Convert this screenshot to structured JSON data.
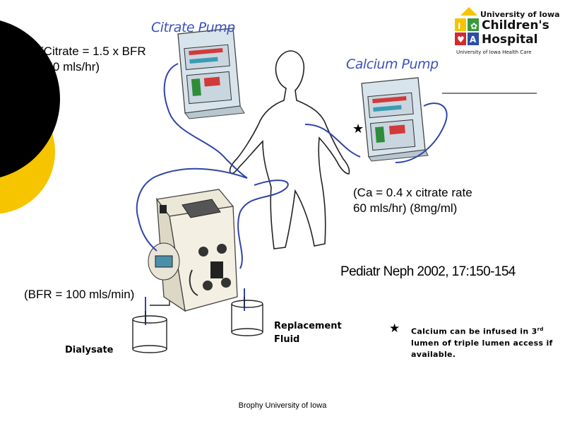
{
  "logo": {
    "university": "University of Iowa",
    "childrens": "Children's",
    "hospital": "Hospital",
    "health_care": "University of Iowa Health Care"
  },
  "pumps": {
    "citrate_title": "Citrate Pump",
    "calcium_title": "Calcium Pump"
  },
  "labels": {
    "citrate_line1": "(Citrate = 1.5 x BFR",
    "citrate_line2": "150 mls/hr)",
    "calcium_line1": "(Ca = 0.4 x citrate rate",
    "calcium_line2": "60 mls/hr) (8mg/ml)",
    "bfr": "(BFR = 100 mls/min)",
    "replacement_line1": "Replacement",
    "replacement_line2": "Fluid",
    "dialysate": "Dialysate",
    "reference": "Pediatr Neph 2002, 17:150-154"
  },
  "note": {
    "line1_prefix": "Calcium can be infused in 3",
    "line1_sup": "rd",
    "line2": "lumen of triple lumen access if",
    "line3": "available."
  },
  "footer": "Brophy University of Iowa",
  "colors": {
    "tubing": "#2f45a8",
    "accent_yellow": "#f7c400",
    "pump_body": "#d8e4ec",
    "pump_display": "#d23a3a"
  }
}
